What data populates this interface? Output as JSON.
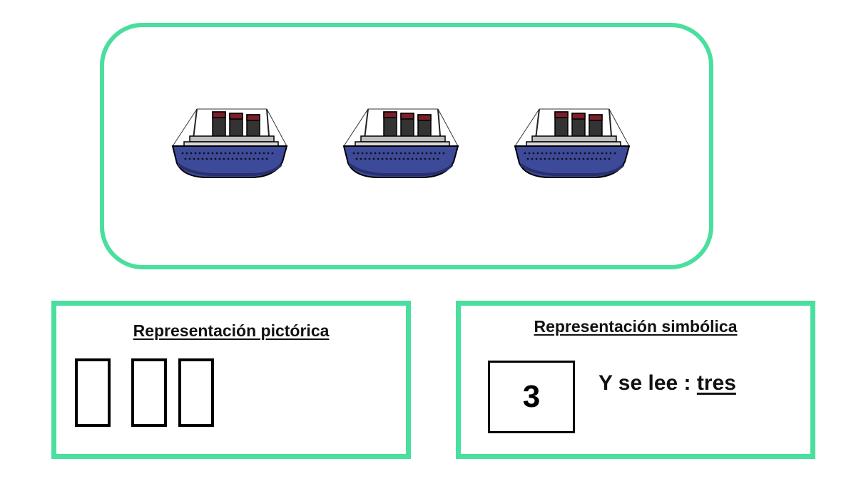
{
  "ships": {
    "count": 3,
    "icon": "steamship-icon",
    "colors": {
      "hull": "#3d4a9a",
      "hull_dark": "#27306b",
      "deck": "#bfbfbf",
      "funnel": "#333333",
      "funnel_top": "#7a1f2b"
    }
  },
  "pictorial": {
    "title": "Representación pictórica",
    "symbol_count": 3
  },
  "symbolic": {
    "title": "Representación simbólica",
    "number": "3",
    "reading_prefix": "Y se lee : ",
    "reading_word": "tres"
  },
  "colors": {
    "accent_border": "#4ade9f"
  }
}
